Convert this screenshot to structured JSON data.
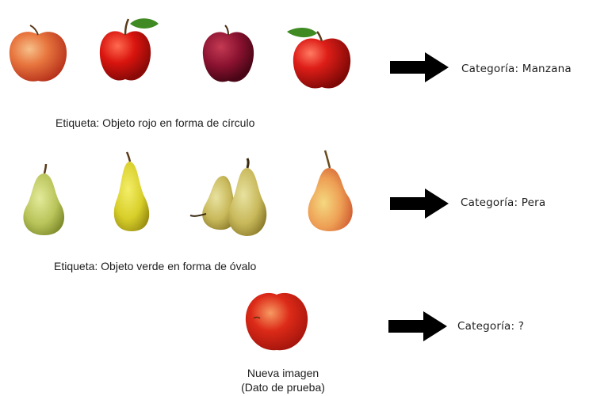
{
  "rows": [
    {
      "label": "Etiqueta: Objeto rojo en forma de círculo",
      "category": "Categoría: Manzana",
      "items": [
        "apple-red-yellow",
        "apple-red-leaf",
        "apple-dark-red",
        "apple-red-leaf-2"
      ]
    },
    {
      "label": "Etiqueta: Objeto verde en forma de óvalo",
      "category": "Categoría: Pera",
      "items": [
        "pear-green",
        "pear-yellow",
        "pear-pair",
        "pear-red-yellow"
      ]
    }
  ],
  "test": {
    "category": "Categoría: ?",
    "label_line1": "Nueva imagen",
    "label_line2": "(Dato de prueba)",
    "item": "apple-red"
  },
  "colors": {
    "apple_red": "#cc1a14",
    "apple_dark": "#7a0f24",
    "pear_green": "#b9c45a",
    "pear_yellow": "#d8cf2a",
    "leaf": "#3f8a22",
    "arrow": "#000000"
  }
}
